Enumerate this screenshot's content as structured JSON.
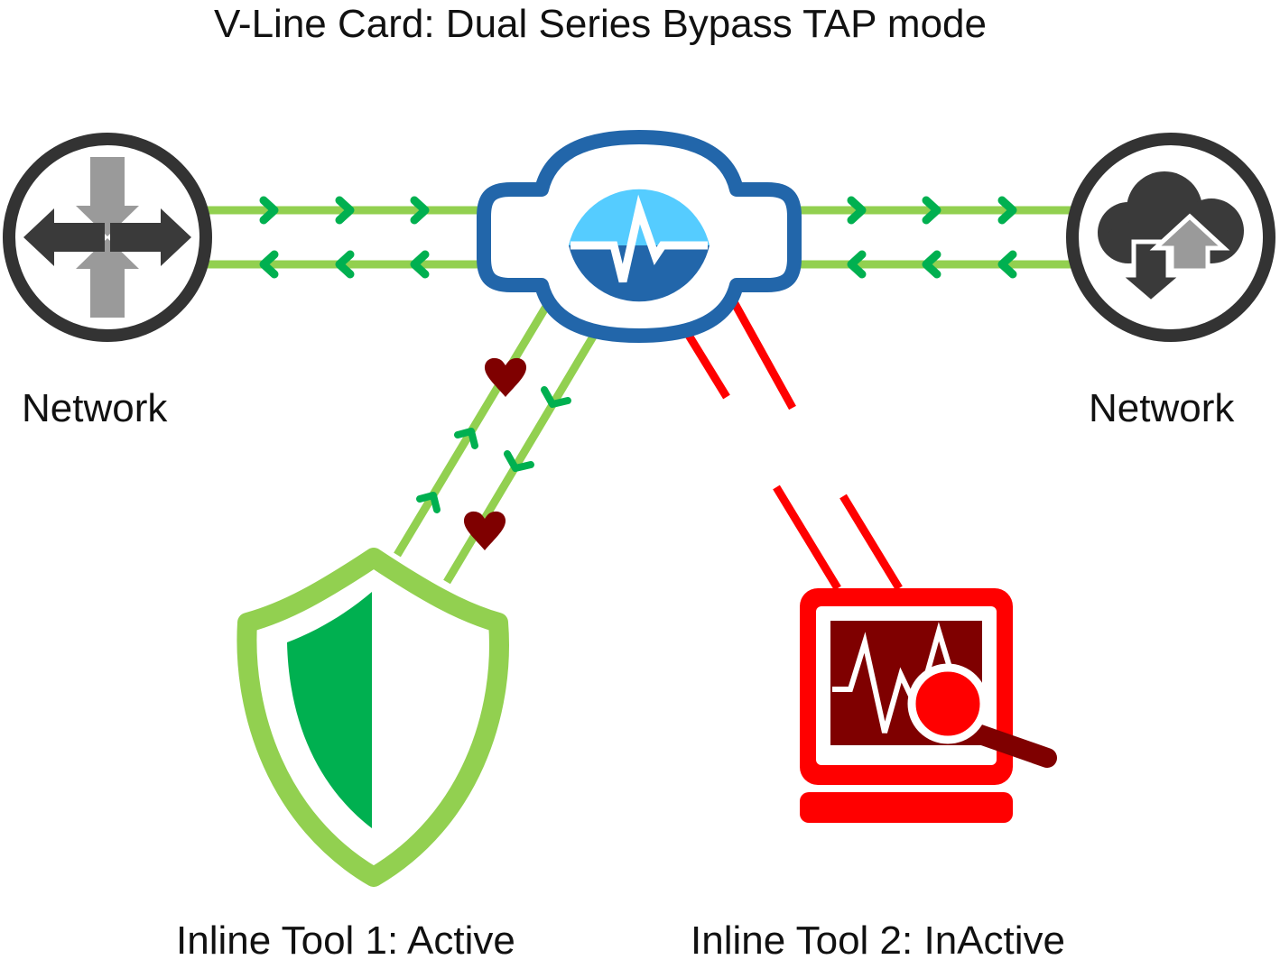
{
  "title": "V-Line Card: Dual Series Bypass TAP mode",
  "nodes": {
    "network_left": {
      "label": "Network",
      "icon": "router-arrows-icon"
    },
    "network_right": {
      "label": "Network",
      "icon": "cloud-upload-download-icon"
    },
    "vline_card": {
      "icon": "heartbeat-pulse-icon"
    },
    "inline_tool_1": {
      "label": "Inline Tool 1: Active",
      "icon": "shield-icon",
      "status": "active"
    },
    "inline_tool_2": {
      "label": "Inline Tool 2: InActive",
      "icon": "monitor-magnifier-icon",
      "status": "inactive"
    }
  },
  "colors": {
    "active_link": "#92d050",
    "arrow": "#00b050",
    "inactive_link": "#ff0000",
    "heartbeat": "#7f0000",
    "card_dark_blue": "#2266aa",
    "card_light_blue": "#55ccff",
    "network_ring": "#333333",
    "shield_green": "#00b050",
    "monitor_red": "#ff0000"
  }
}
